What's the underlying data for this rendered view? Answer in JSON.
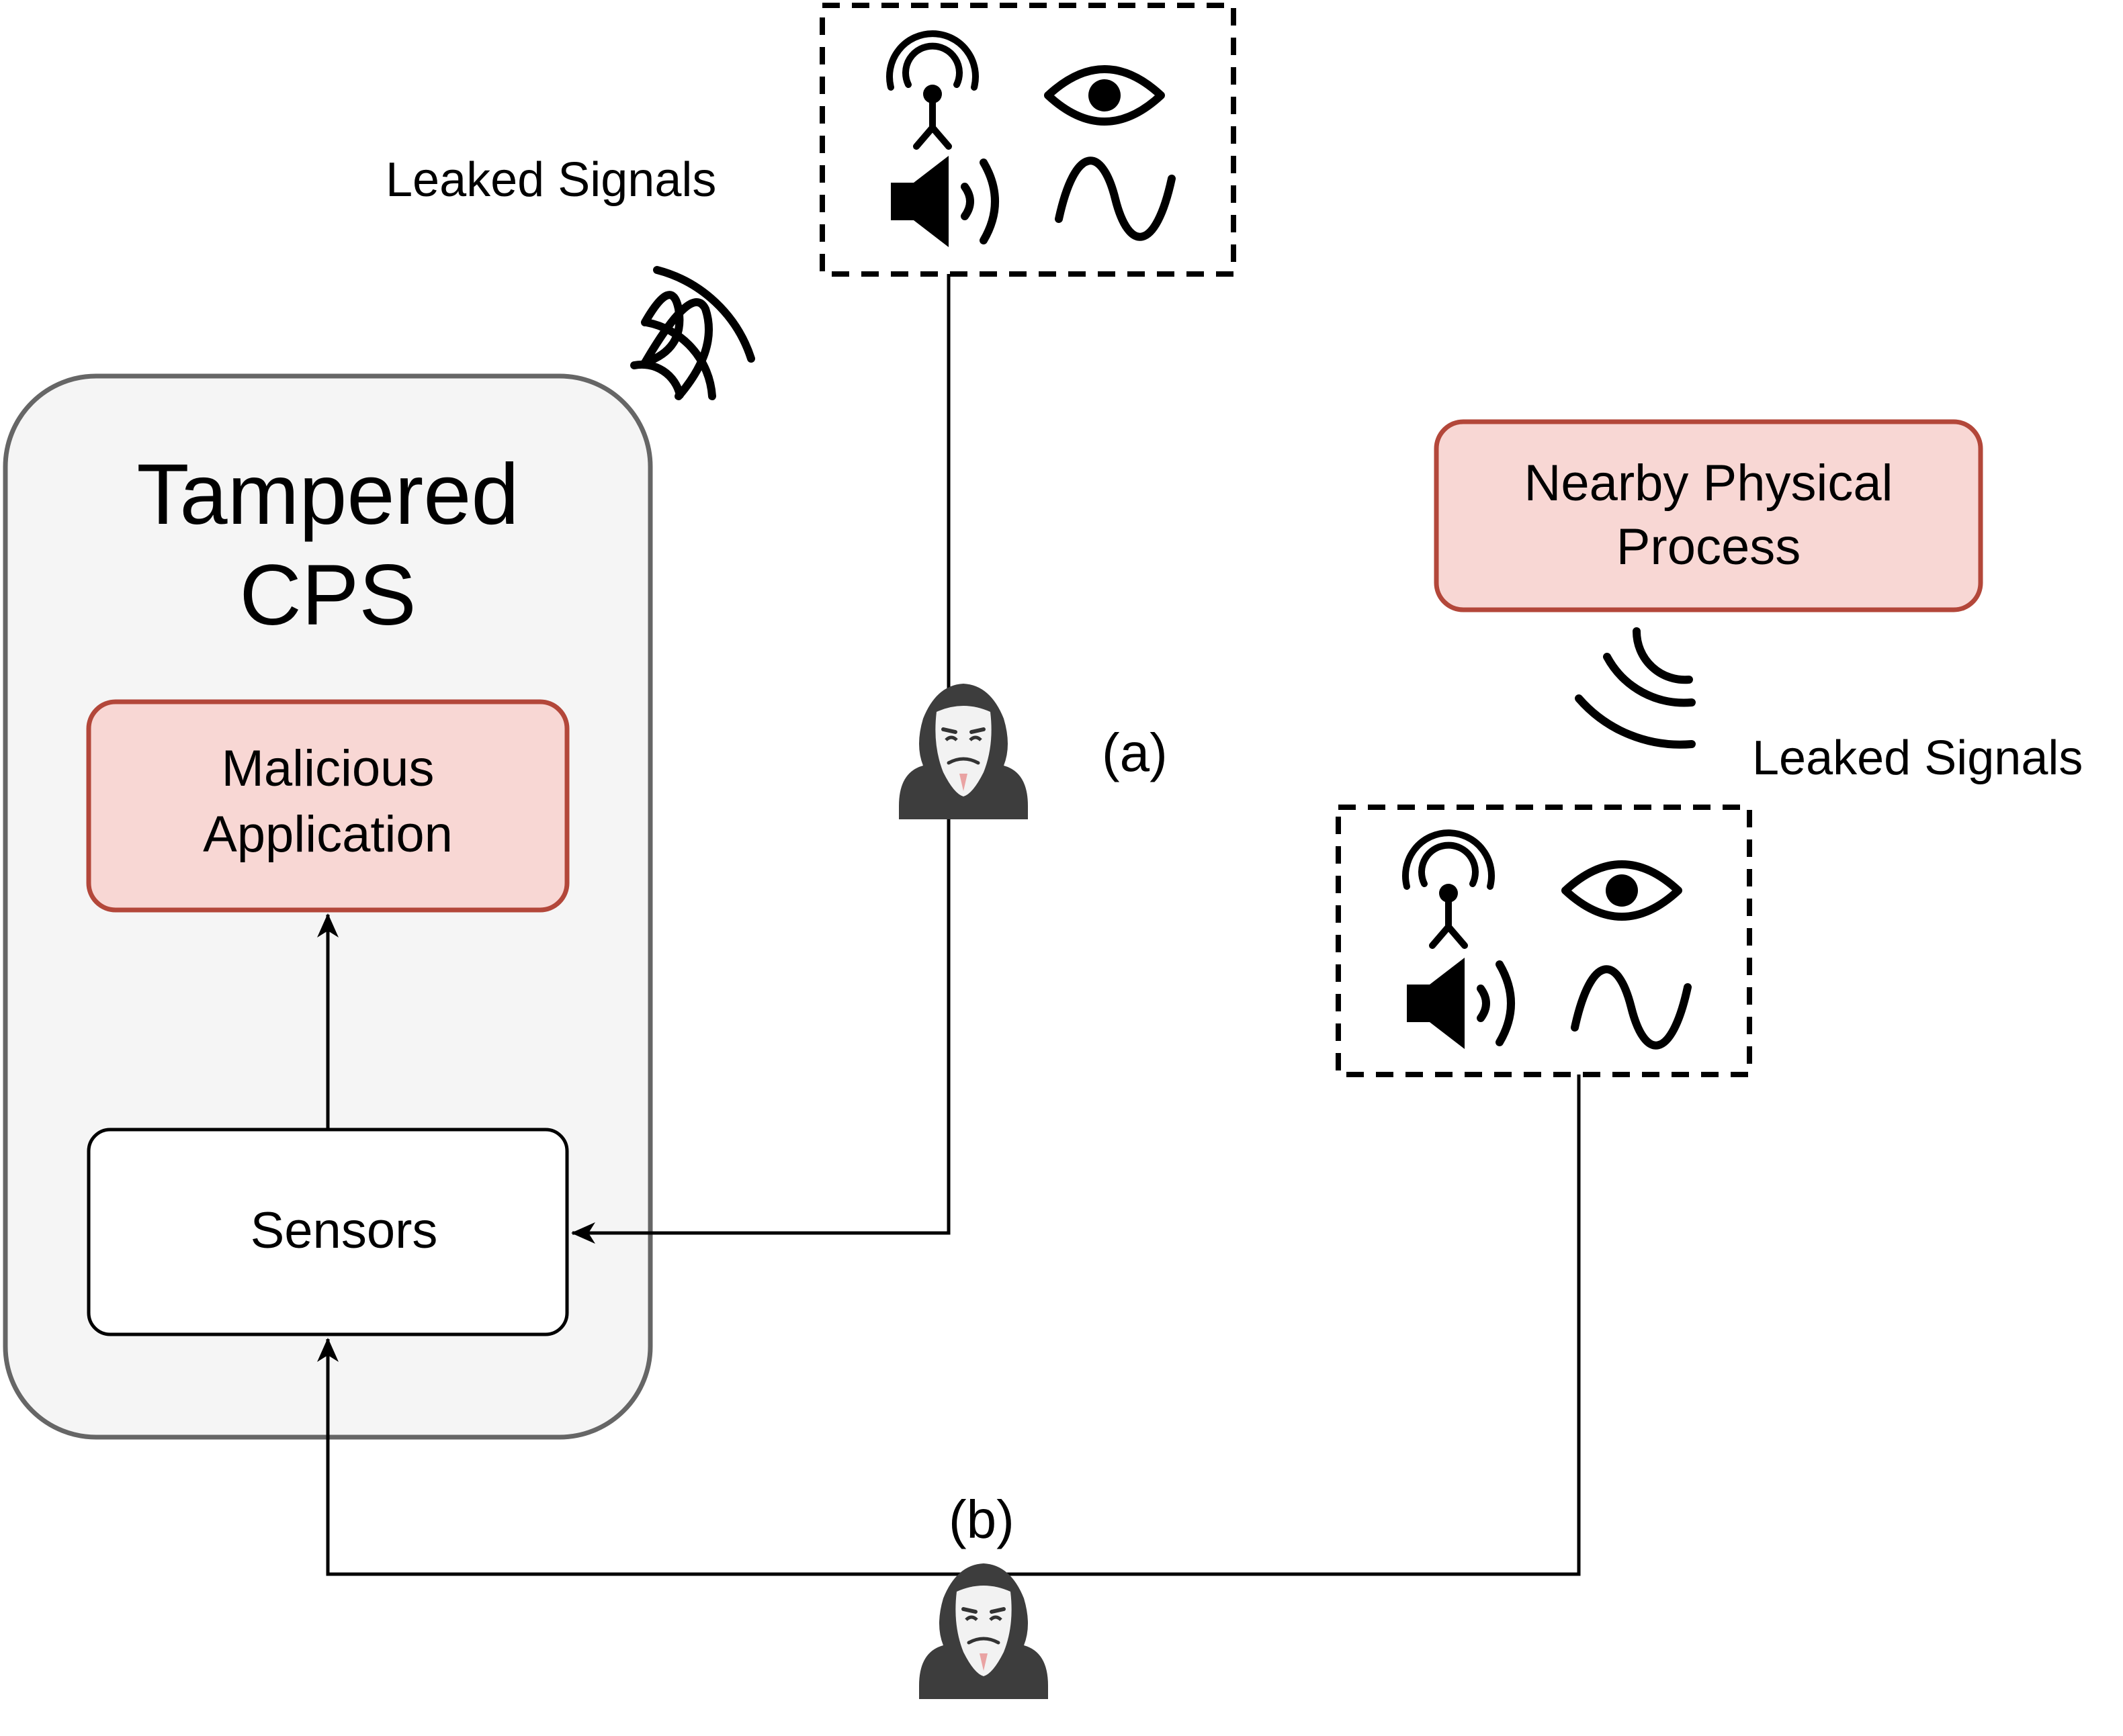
{
  "cps": {
    "title_line1": "Tampered",
    "title_line2": "CPS",
    "malicious_line1": "Malicious",
    "malicious_line2": "Application",
    "sensors": "Sensors"
  },
  "nearby": {
    "line1": "Nearby Physical",
    "line2": "Process"
  },
  "leaked_signals_top": "Leaked Signals",
  "leaked_signals_right": "Leaked Signals",
  "path_a": "(a)",
  "path_b": "(b)",
  "icons": [
    "antenna-icon",
    "eye-icon",
    "speaker-icon",
    "sine-wave-icon",
    "hacker-icon",
    "signal-waves-icon"
  ],
  "colors": {
    "cps_fill": "#f5f5f5",
    "cps_stroke": "#666666",
    "red_fill": "#f8d7d4",
    "red_stroke": "#b3473a",
    "line": "#000000"
  }
}
